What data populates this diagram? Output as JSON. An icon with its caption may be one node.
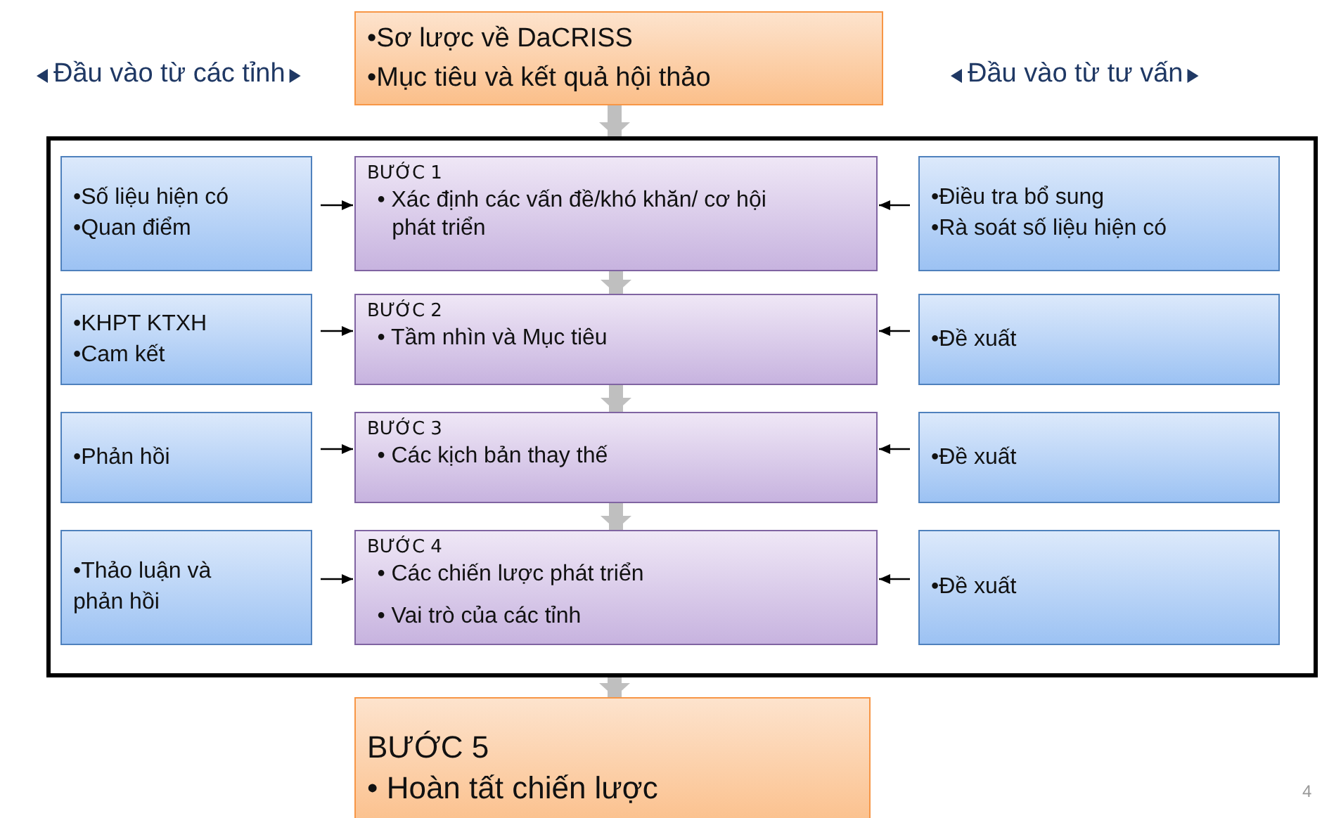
{
  "diagram": {
    "nodes": [
      {
        "text": [
          "•Sơ lược về DaCRISS",
          "•Mục tiêu và kết quả hội thảo"
        ]
      },
      {
        "text": [],
        "shape": "box"
      },
      {
        "text": [
          "•Số liệu hiện có",
          "•Quan điểm"
        ],
        "in": 1
      },
      {
        "text": [
          "BƯỚC 1",
          "• Xác định các vấn đề/khó khăn/ cơ hội phát triển"
        ],
        "in": 1
      },
      {
        "text": [
          "•Điều tra bổ sung",
          "•Rà soát số liệu hiện có"
        ],
        "in": 1
      },
      {
        "text": [
          "•KHPT KTXH",
          "•Cam kết"
        ],
        "in": 1
      },
      {
        "text": [
          "BƯỚC 2",
          "• Tầm nhìn và Mục tiêu"
        ],
        "in": 1
      },
      {
        "text": [
          "•Đề xuất"
        ],
        "in": 1
      },
      {
        "text": [
          "•Phản hồi"
        ],
        "in": 1
      },
      {
        "text": [
          "BƯỚC 3",
          "• Các kịch bản thay thế"
        ],
        "in": 1
      },
      {
        "text": [
          "•Đề xuất"
        ],
        "in": 1
      },
      {
        "text": [
          "•Thảo luận và phản hồi"
        ],
        "in": 1
      },
      {
        "text": [
          "BƯỚC 4",
          "• Các chiến lược phát triển",
          "• Vai trò của các tỉnh"
        ],
        "in": 1
      },
      {
        "text": [
          "•Đề xuất"
        ],
        "in": 1
      },
      {
        "text": [
          "BƯỚC 5",
          "• Hoàn tất chiến lược"
        ]
      }
    ],
    "edges": [
      {
        "from": 0,
        "to": 1,
        "arrow": "to",
        "style": "thick",
        "color": "#bfbfbf"
      },
      {
        "from": 2,
        "to": 3,
        "arrow": "to"
      },
      {
        "from": 4,
        "to": 3,
        "arrow": "to"
      },
      {
        "from": 3,
        "to": 6,
        "arrow": "to",
        "style": "thick",
        "color": "#bfbfbf"
      },
      {
        "from": 5,
        "to": 6,
        "arrow": "to"
      },
      {
        "from": 7,
        "to": 6,
        "arrow": "to"
      },
      {
        "from": 6,
        "to": 9,
        "arrow": "to",
        "style": "thick",
        "color": "#bfbfbf"
      },
      {
        "from": 8,
        "to": 9,
        "arrow": "to"
      },
      {
        "from": 10,
        "to": 9,
        "arrow": "to"
      },
      {
        "from": 9,
        "to": 12,
        "arrow": "to",
        "style": "thick",
        "color": "#bfbfbf"
      },
      {
        "from": 11,
        "to": 12,
        "arrow": "to"
      },
      {
        "from": 13,
        "to": 12,
        "arrow": "to"
      },
      {
        "from": 1,
        "to": 14,
        "arrow": "to",
        "style": "thick",
        "color": "#bfbfbf"
      }
    ],
    "labels": [
      "Đầu vào từ các tỉnh",
      "Đầu vào từ tư vấn",
      "4"
    ]
  }
}
